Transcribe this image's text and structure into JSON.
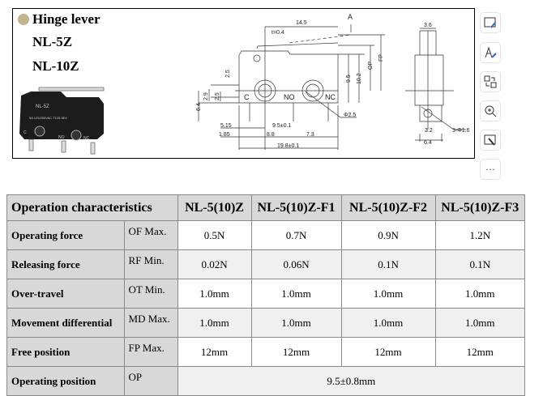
{
  "header": {
    "title": "Hinge lever",
    "models": [
      "NL-5Z",
      "NL-10Z"
    ]
  },
  "photo": {
    "marking": "NL-5Z",
    "rating": "5A 125/250VAC T125 5E4",
    "terminals": [
      "C",
      "NO",
      "NC"
    ]
  },
  "drawing": {
    "labels": {
      "d145": "14.5",
      "t": "t=0.4",
      "a": "A",
      "d25a": "2.5",
      "d29": "2.9",
      "d25b": "2.5",
      "d64": "6.4",
      "d95": "9.5",
      "d102": "10.2",
      "op": "OP",
      "fp": "FP",
      "phi25": "Φ2.5",
      "d515": "5.15",
      "d95t": "9.5±0.1",
      "d185": "1.85",
      "d88": "8.8",
      "d73": "7.3",
      "d198": "19.8±0.1",
      "c": "C",
      "no": "NO",
      "nc": "NC",
      "d36": "3.6",
      "d32": "3.2",
      "d64b": "6.4",
      "phi16": "3-Φ1.6"
    }
  },
  "toolbar": [
    {
      "icon": "edit-image-icon"
    },
    {
      "icon": "edit-text-icon"
    },
    {
      "icon": "convert-icon"
    },
    {
      "icon": "zoom-in-icon"
    },
    {
      "icon": "select-area-icon"
    },
    {
      "icon": "more-icon",
      "label": "···"
    }
  ],
  "table": {
    "header": [
      "Operation characteristics",
      "NL-5(10)Z",
      "NL-5(10)Z-F1",
      "NL-5(10)Z-F2",
      "NL-5(10)Z-F3"
    ],
    "rows": [
      {
        "name": "Operating force",
        "sym": "OF Max.",
        "vals": [
          "0.5N",
          "0.7N",
          "0.9N",
          "1.2N"
        ]
      },
      {
        "name": "Releasing force",
        "sym": "RF Min.",
        "vals": [
          "0.02N",
          "0.06N",
          "0.1N",
          "0.1N"
        ]
      },
      {
        "name": "Over-travel",
        "sym": "OT Min.",
        "vals": [
          "1.0mm",
          "1.0mm",
          "1.0mm",
          "1.0mm"
        ]
      },
      {
        "name": "Movement differential",
        "sym": "MD Max.",
        "vals": [
          "1.0mm",
          "1.0mm",
          "1.0mm",
          "1.0mm"
        ]
      },
      {
        "name": "Free position",
        "sym": "FP Max.",
        "vals": [
          "12mm",
          "12mm",
          "12mm",
          "12mm"
        ]
      }
    ],
    "last": {
      "name": "Operating position",
      "sym": "OP",
      "val": "9.5±0.8mm"
    }
  }
}
